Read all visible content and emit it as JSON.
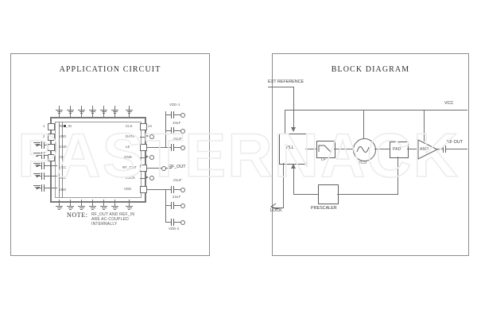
{
  "watermark": {
    "text": "PASTERNACK"
  },
  "panels": {
    "application": {
      "title": "APPLICATION CIRCUIT",
      "note_label": "NOTE:",
      "note_lines": [
        "RF_OUT AND REF_IN",
        "ARE AC-COUPLED",
        "INTERNALLY"
      ],
      "rf_out_label": "RF_OUT",
      "supply_top": {
        "rail": "VDD-1",
        "caps": [
          "10uF",
          ".01uF"
        ]
      },
      "supply_bottom": {
        "rail": "VDD-2",
        "caps": [
          ".01uF",
          "22uF"
        ]
      },
      "left_pins": [
        "1",
        "2",
        "3",
        "4",
        "5",
        "6",
        "7"
      ],
      "right_pins": [
        "14",
        "13",
        "12",
        "11",
        "10",
        "9",
        "8"
      ],
      "right_pin_labels": [
        "CLK",
        "DATA",
        "LE",
        "GND",
        "RF_OUT",
        "LOCK",
        "VDD"
      ],
      "left_pin_labels": [
        "REF_IN",
        "VDD",
        "GND",
        "CE",
        "VCC",
        "VCC",
        "VDD"
      ],
      "ground_count_top": 7,
      "ground_count_bottom": 7
    },
    "block": {
      "title": "BLOCK DIAGRAM",
      "ext_reference_label": "EXT REFERENCE",
      "lock_label": "LOCK",
      "vcc_label": "VCC",
      "rf_out_label": "RF OUT",
      "blocks": [
        {
          "name": "PLL",
          "label": "PLL"
        },
        {
          "name": "loop-filter",
          "label": "LF"
        },
        {
          "name": "vco",
          "label": "VCO"
        },
        {
          "name": "pad",
          "label": "PAD"
        },
        {
          "name": "amp",
          "label": "AMP"
        },
        {
          "name": "prescaler",
          "label": "PRESCALER"
        }
      ]
    }
  },
  "colors": {
    "line": "#6f6f6f",
    "border": "#8c8c8c",
    "text": "#3a3a3a",
    "watermark": "#ececec"
  }
}
